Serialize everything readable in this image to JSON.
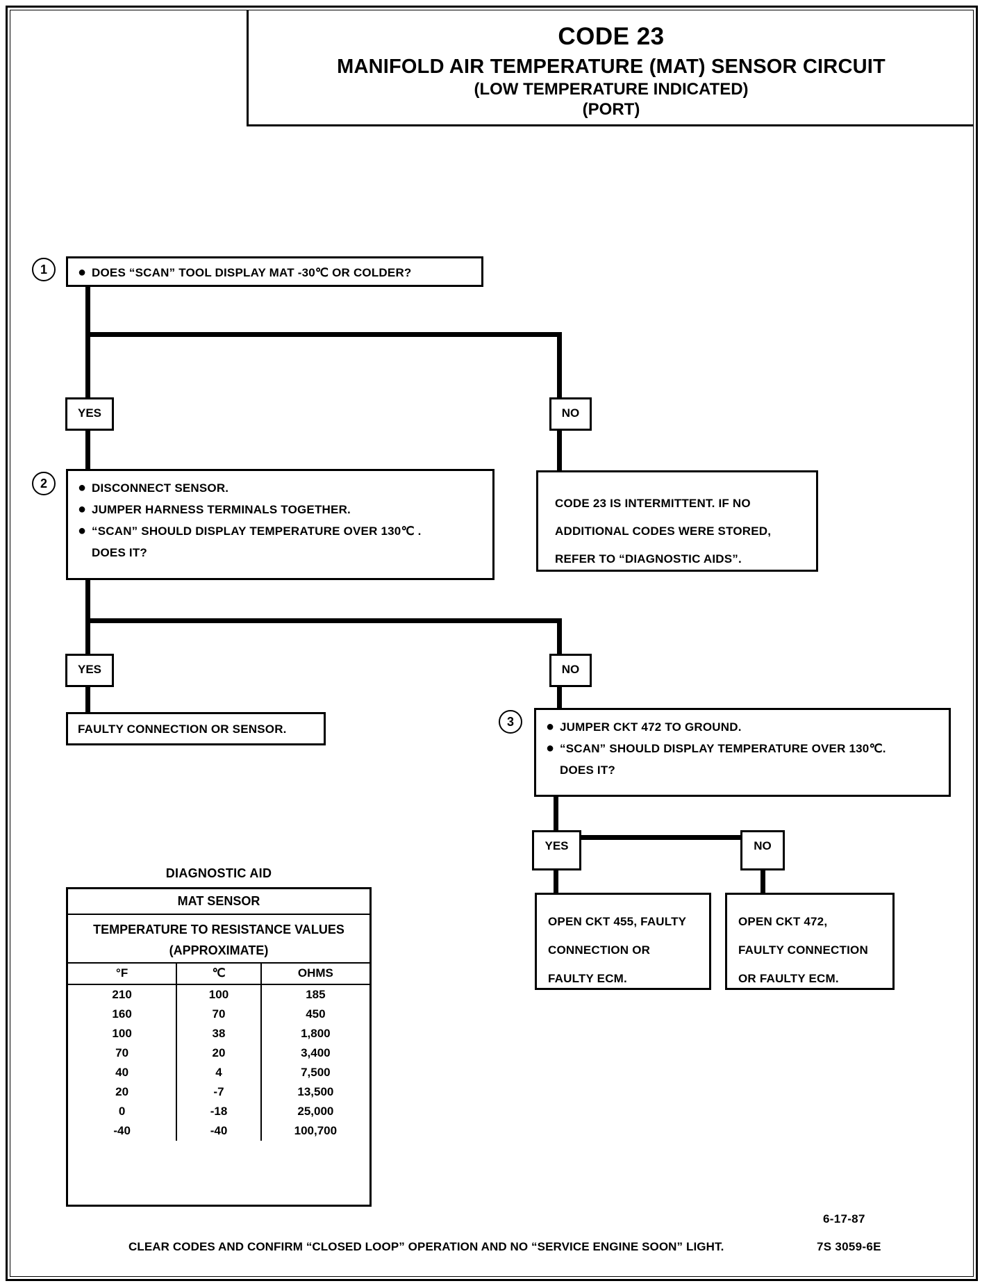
{
  "title": {
    "code": "CODE 23",
    "main": "MANIFOLD AIR TEMPERATURE (MAT) SENSOR CIRCUIT",
    "sub": "(LOW TEMPERATURE INDICATED)",
    "port": "(PORT)"
  },
  "steps": {
    "one": {
      "number": "1",
      "line1": "DOES “SCAN” TOOL DISPLAY MAT -30℃ OR COLDER?"
    },
    "two": {
      "number": "2",
      "line1": "DISCONNECT SENSOR.",
      "line2": "JUMPER HARNESS TERMINALS TOGETHER.",
      "line3": "“SCAN” SHOULD DISPLAY TEMPERATURE OVER 130℃ .",
      "line4": "DOES IT?"
    },
    "three": {
      "number": "3",
      "line1": "JUMPER CKT 472 TO GROUND.",
      "line2": "“SCAN”  SHOULD DISPLAY TEMPERATURE OVER 130℃.",
      "line3": "DOES IT?"
    }
  },
  "branches": {
    "yes1": "YES",
    "no1": "NO",
    "yes2": "YES",
    "no2": "NO",
    "yes3": "YES",
    "no3": "NO"
  },
  "outcomes": {
    "intermittent": {
      "line1": "CODE 23 IS INTERMITTENT.  IF NO",
      "line2": "ADDITIONAL CODES WERE STORED,",
      "line3": "REFER TO  “DIAGNOSTIC AIDS”."
    },
    "faulty_connection": "FAULTY CONNECTION OR SENSOR.",
    "open455": {
      "line1": "OPEN CKT 455, FAULTY",
      "line2": "CONNECTION OR",
      "line3": "FAULTY ECM."
    },
    "open472": {
      "line1": "OPEN CKT 472,",
      "line2": "FAULTY CONNECTION",
      "line3": "OR FAULTY ECM."
    }
  },
  "diagnostic_aid": {
    "caption": "DIAGNOSTIC AID",
    "header1": "MAT SENSOR",
    "header2_line1": "TEMPERATURE TO RESISTANCE VALUES",
    "header2_line2": "(APPROXIMATE)",
    "columns": [
      "°F",
      "℃",
      "OHMS"
    ],
    "rows": [
      [
        "210",
        "100",
        "185"
      ],
      [
        "160",
        "70",
        "450"
      ],
      [
        "100",
        "38",
        "1,800"
      ],
      [
        "70",
        "20",
        "3,400"
      ],
      [
        "40",
        "4",
        "7,500"
      ],
      [
        "20",
        "-7",
        "13,500"
      ],
      [
        "0",
        "-18",
        "25,000"
      ],
      [
        "-40",
        "-40",
        "100,700"
      ]
    ]
  },
  "footer": {
    "date": "6-17-87",
    "note": "CLEAR CODES AND CONFIRM “CLOSED LOOP”  OPERATION AND NO “SERVICE ENGINE SOON” LIGHT.",
    "id": "7S 3059-6E"
  }
}
